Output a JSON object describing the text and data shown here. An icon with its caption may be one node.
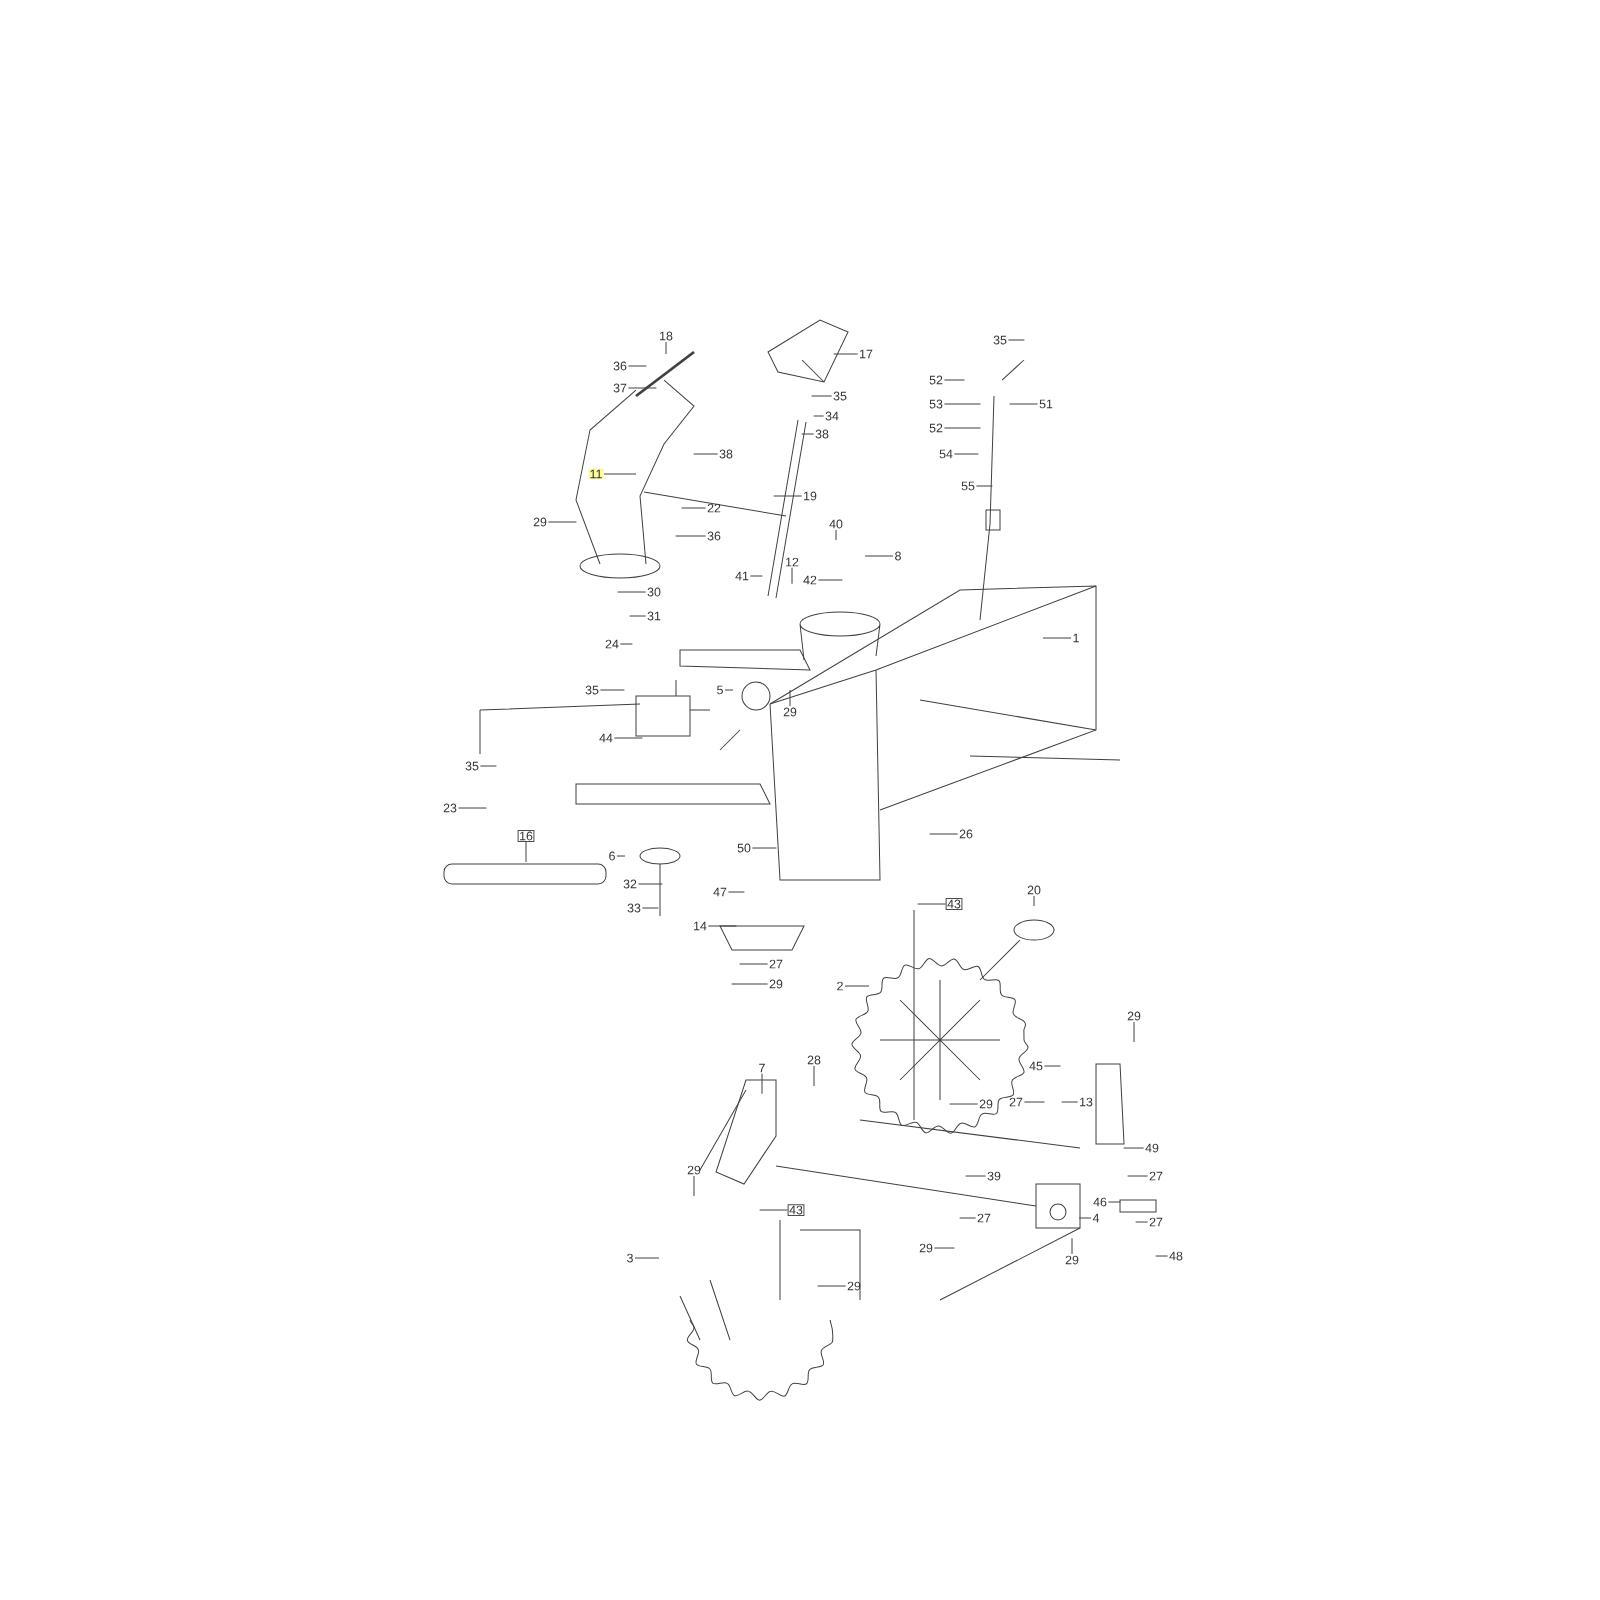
{
  "diagram": {
    "nodes": [
      {
        "text": [
          "18"
        ]
      },
      {
        "text": [
          "17"
        ]
      },
      {
        "text": [
          "36"
        ]
      },
      {
        "text": [
          "35"
        ]
      },
      {
        "text": [
          "35"
        ]
      },
      {
        "text": [
          "52"
        ]
      },
      {
        "text": [
          "51"
        ]
      },
      {
        "text": [
          "37"
        ]
      },
      {
        "text": [
          "53"
        ]
      },
      {
        "text": [
          "34"
        ]
      },
      {
        "text": [
          "52"
        ]
      },
      {
        "text": [
          "38"
        ]
      },
      {
        "text": [
          "54"
        ]
      },
      {
        "text": [
          "38"
        ]
      },
      {
        "text": [
          "11"
        ]
      },
      {
        "text": [
          "55"
        ]
      },
      {
        "text": [
          "19"
        ]
      },
      {
        "text": [
          "22"
        ]
      },
      {
        "text": [
          "29"
        ]
      },
      {
        "text": [
          "36"
        ]
      },
      {
        "text": [
          "40"
        ]
      },
      {
        "text": [
          "8"
        ]
      },
      {
        "text": [
          "12"
        ]
      },
      {
        "text": [
          "42"
        ]
      },
      {
        "text": [
          "41"
        ]
      },
      {
        "text": [
          "30"
        ]
      },
      {
        "text": [
          "31"
        ]
      },
      {
        "text": [
          "1"
        ]
      },
      {
        "text": [
          "24"
        ]
      },
      {
        "text": [
          "35"
        ]
      },
      {
        "text": [
          "5"
        ]
      },
      {
        "text": [
          "29"
        ]
      },
      {
        "text": [
          "44"
        ]
      },
      {
        "text": [
          "35"
        ]
      },
      {
        "text": [
          "23"
        ]
      },
      {
        "text": [
          "26"
        ]
      },
      {
        "text": [
          "16"
        ]
      },
      {
        "text": [
          "6"
        ]
      },
      {
        "text": [
          "50"
        ]
      },
      {
        "text": [
          "47"
        ]
      },
      {
        "text": [
          "32"
        ]
      },
      {
        "text": [
          "20"
        ]
      },
      {
        "text": [
          "43"
        ]
      },
      {
        "text": [
          "33"
        ]
      },
      {
        "text": [
          "14"
        ]
      },
      {
        "text": [
          "27"
        ]
      },
      {
        "text": [
          "29"
        ]
      },
      {
        "text": [
          "2"
        ]
      },
      {
        "text": [
          "29"
        ]
      },
      {
        "text": [
          "28"
        ]
      },
      {
        "text": [
          "7"
        ]
      },
      {
        "text": [
          "45"
        ]
      },
      {
        "text": [
          "27"
        ]
      },
      {
        "text": [
          "13"
        ]
      },
      {
        "text": [
          "29"
        ]
      },
      {
        "text": [
          "49"
        ]
      },
      {
        "text": [
          "29"
        ]
      },
      {
        "text": [
          "27"
        ]
      },
      {
        "text": [
          "46"
        ]
      },
      {
        "text": [
          "39"
        ]
      },
      {
        "text": [
          "27"
        ]
      },
      {
        "text": [
          "43"
        ]
      },
      {
        "text": [
          "27"
        ]
      },
      {
        "text": [
          "4"
        ]
      },
      {
        "text": [
          "48"
        ]
      },
      {
        "text": [
          "29"
        ]
      },
      {
        "text": [
          "29"
        ]
      },
      {
        "text": [
          "3"
        ]
      },
      {
        "text": [
          "29"
        ]
      }
    ],
    "edges": [
      {
        "from": 0,
        "to": null,
        "arrow": "none"
      },
      {
        "from": 1,
        "to": null,
        "arrow": "none"
      },
      {
        "from": 2,
        "to": null,
        "arrow": "none"
      },
      {
        "from": 3,
        "to": null,
        "arrow": "none"
      },
      {
        "from": 4,
        "to": null,
        "arrow": "none"
      },
      {
        "from": 5,
        "to": null,
        "arrow": "none"
      },
      {
        "from": 6,
        "to": null,
        "arrow": "none"
      },
      {
        "from": 7,
        "to": null,
        "arrow": "none"
      },
      {
        "from": 8,
        "to": null,
        "arrow": "none"
      },
      {
        "from": 9,
        "to": null,
        "arrow": "none"
      },
      {
        "from": 10,
        "to": null,
        "arrow": "none"
      },
      {
        "from": 11,
        "to": null,
        "arrow": "none"
      },
      {
        "from": 12,
        "to": null,
        "arrow": "none"
      },
      {
        "from": 13,
        "to": null,
        "arrow": "none"
      },
      {
        "from": 14,
        "to": null,
        "arrow": "none"
      },
      {
        "from": 15,
        "to": null,
        "arrow": "none"
      },
      {
        "from": 16,
        "to": null,
        "arrow": "none"
      },
      {
        "from": 17,
        "to": null,
        "arrow": "none"
      },
      {
        "from": 18,
        "to": null,
        "arrow": "none"
      },
      {
        "from": 19,
        "to": null,
        "arrow": "none"
      },
      {
        "from": 20,
        "to": null,
        "arrow": "none"
      },
      {
        "from": 21,
        "to": null,
        "arrow": "none"
      },
      {
        "from": 22,
        "to": null,
        "arrow": "none"
      },
      {
        "from": 23,
        "to": null,
        "arrow": "none"
      },
      {
        "from": 24,
        "to": null,
        "arrow": "none"
      },
      {
        "from": 25,
        "to": null,
        "arrow": "none"
      },
      {
        "from": 26,
        "to": null,
        "arrow": "none"
      },
      {
        "from": 27,
        "to": null,
        "arrow": "none"
      },
      {
        "from": 28,
        "to": null,
        "arrow": "none"
      },
      {
        "from": 29,
        "to": null,
        "arrow": "none"
      },
      {
        "from": 30,
        "to": null,
        "arrow": "none"
      },
      {
        "from": 31,
        "to": null,
        "arrow": "none"
      },
      {
        "from": 32,
        "to": null,
        "arrow": "none"
      },
      {
        "from": 33,
        "to": null,
        "arrow": "none"
      },
      {
        "from": 34,
        "to": null,
        "arrow": "none"
      },
      {
        "from": 35,
        "to": null,
        "arrow": "none"
      },
      {
        "from": 36,
        "to": null,
        "arrow": "none"
      },
      {
        "from": 37,
        "to": null,
        "arrow": "none"
      },
      {
        "from": 38,
        "to": null,
        "arrow": "none"
      },
      {
        "from": 39,
        "to": null,
        "arrow": "none"
      },
      {
        "from": 40,
        "to": null,
        "arrow": "none"
      },
      {
        "from": 41,
        "to": null,
        "arrow": "none"
      },
      {
        "from": 42,
        "to": null,
        "arrow": "none"
      },
      {
        "from": 43,
        "to": null,
        "arrow": "none"
      },
      {
        "from": 44,
        "to": null,
        "arrow": "none"
      },
      {
        "from": 45,
        "to": null,
        "arrow": "none"
      },
      {
        "from": 46,
        "to": null,
        "arrow": "none"
      },
      {
        "from": 47,
        "to": null,
        "arrow": "none"
      },
      {
        "from": 48,
        "to": null,
        "arrow": "none"
      },
      {
        "from": 49,
        "to": null,
        "arrow": "none"
      },
      {
        "from": 50,
        "to": null,
        "arrow": "none"
      },
      {
        "from": 51,
        "to": null,
        "arrow": "none"
      },
      {
        "from": 52,
        "to": null,
        "arrow": "none"
      },
      {
        "from": 53,
        "to": null,
        "arrow": "none"
      },
      {
        "from": 54,
        "to": null,
        "arrow": "none"
      },
      {
        "from": 55,
        "to": null,
        "arrow": "none"
      },
      {
        "from": 56,
        "to": null,
        "arrow": "none"
      },
      {
        "from": 57,
        "to": null,
        "arrow": "none"
      },
      {
        "from": 58,
        "to": null,
        "arrow": "none"
      },
      {
        "from": 59,
        "to": null,
        "arrow": "none"
      },
      {
        "from": 60,
        "to": null,
        "arrow": "none"
      },
      {
        "from": 61,
        "to": null,
        "arrow": "none"
      },
      {
        "from": 62,
        "to": null,
        "arrow": "none"
      },
      {
        "from": 63,
        "to": null,
        "arrow": "none"
      },
      {
        "from": 64,
        "to": null,
        "arrow": "none"
      },
      {
        "from": 65,
        "to": null,
        "arrow": "none"
      },
      {
        "from": 66,
        "to": null,
        "arrow": "none"
      },
      {
        "from": 67,
        "to": null,
        "arrow": "none"
      },
      {
        "from": 68,
        "to": null,
        "arrow": "none"
      }
    ]
  }
}
